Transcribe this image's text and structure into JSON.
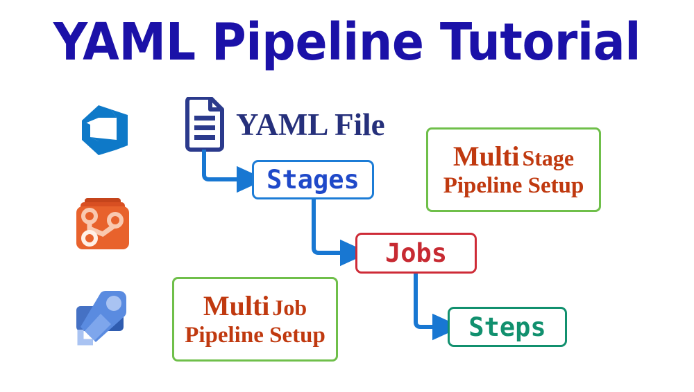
{
  "page": {
    "title": "YAML Pipeline Tutorial",
    "background": "#ffffff",
    "title_color": "#1B11A8"
  },
  "logos": [
    {
      "name": "azure-devops-logo",
      "label": "Azure DevOps",
      "color": "#0E79C8"
    },
    {
      "name": "azure-repos-logo",
      "label": "Azure Repos",
      "color": "#E8622C"
    },
    {
      "name": "azure-pipelines-logo",
      "label": "Azure Pipelines",
      "color": "#5A8BE0"
    }
  ],
  "source": {
    "icon": "document-icon",
    "label": "YAML File",
    "color": "#26307B"
  },
  "flow": {
    "nodes": [
      {
        "id": "stages",
        "label": "Stages",
        "color": "#1F49C9",
        "border": "#1C7CD6"
      },
      {
        "id": "jobs",
        "label": "Jobs",
        "color": "#C72A32",
        "border": "#CE2B37"
      },
      {
        "id": "steps",
        "label": "Steps",
        "color": "#11906E",
        "border": "#11906E"
      }
    ],
    "arrow_color": "#1877D2"
  },
  "callouts": [
    {
      "id": "multi-stage",
      "line1_big": "Multi",
      "line1_small": "Stage",
      "line2": "Pipeline Setup",
      "text_color": "#C0390F",
      "border_color": "#6FBF4A"
    },
    {
      "id": "multi-job",
      "line1_big": "Multi",
      "line1_small": "Job",
      "line2": "Pipeline Setup",
      "text_color": "#C0390F",
      "border_color": "#6FBF4A"
    }
  ]
}
